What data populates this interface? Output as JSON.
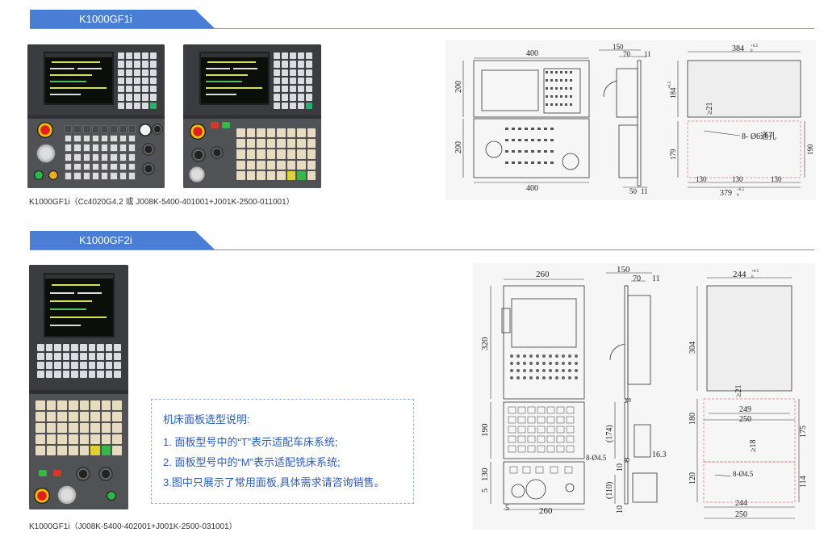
{
  "sections": [
    {
      "title": "K1000GF1i",
      "caption": "K1000GF1i（Cc4020G4.2 或 J008K-5400-401001+J001K-2500-011001）"
    },
    {
      "title": "K1000GF2i",
      "caption": "K1000GF1i（J008K-5400-402001+J001K-2500-031001）"
    }
  ],
  "note": {
    "title": "机床面板选型说明:",
    "items": [
      "1. 面板型号中的“T”表示适配车床系统;",
      "2. 面板型号中的“M”表示适配铣床系统;",
      "3.图中只展示了常用面板,具体需求请咨询销售。"
    ]
  },
  "drawing1": {
    "front": {
      "width_top": "400",
      "height_top": "200",
      "height_bottom": "200",
      "width_bottom": "400"
    },
    "side": {
      "depth": "150",
      "d1": "70",
      "d2": "11",
      "b1": "50",
      "b2": "11"
    },
    "cutout": {
      "width_top": "384",
      "tol_top": "+0.5",
      "tol_top_low": "0",
      "height_top": "184",
      "tol_h": "+0.5",
      "min": "≥21",
      "hole": "8- Ø6通孔",
      "height_bottom": "179",
      "right_h": "190",
      "spacing": [
        "130",
        "130",
        "130"
      ],
      "width_bottom": "379",
      "tol_bottom": "+0.5",
      "tol_bottom_low": "0"
    }
  },
  "drawing2": {
    "front": {
      "width_top": "260",
      "height_top": "320",
      "height_mid": "190",
      "height_low": "130",
      "s5a": "5",
      "s5b": "5",
      "width_bottom": "260"
    },
    "side": {
      "depth": "150",
      "d1": "70",
      "d2": "11",
      "d8a": "8",
      "d174": "(174)",
      "hole": "8-Ø4.5",
      "d163": "16.3",
      "d10a": "10",
      "d110": "(110)",
      "d8b": "8",
      "d10b": "10"
    },
    "cutout": {
      "width_top": "244",
      "tol": "+0.5",
      "tol_low": "0",
      "height_top": "304",
      "min": "≥21",
      "w249": "249",
      "w250a": "250",
      "h180": "180",
      "h175": "175",
      "min18": "≥18",
      "h120": "120",
      "hole": "8-Ø4.5",
      "h114": "114",
      "w244b": "244",
      "w250b": "250"
    }
  }
}
